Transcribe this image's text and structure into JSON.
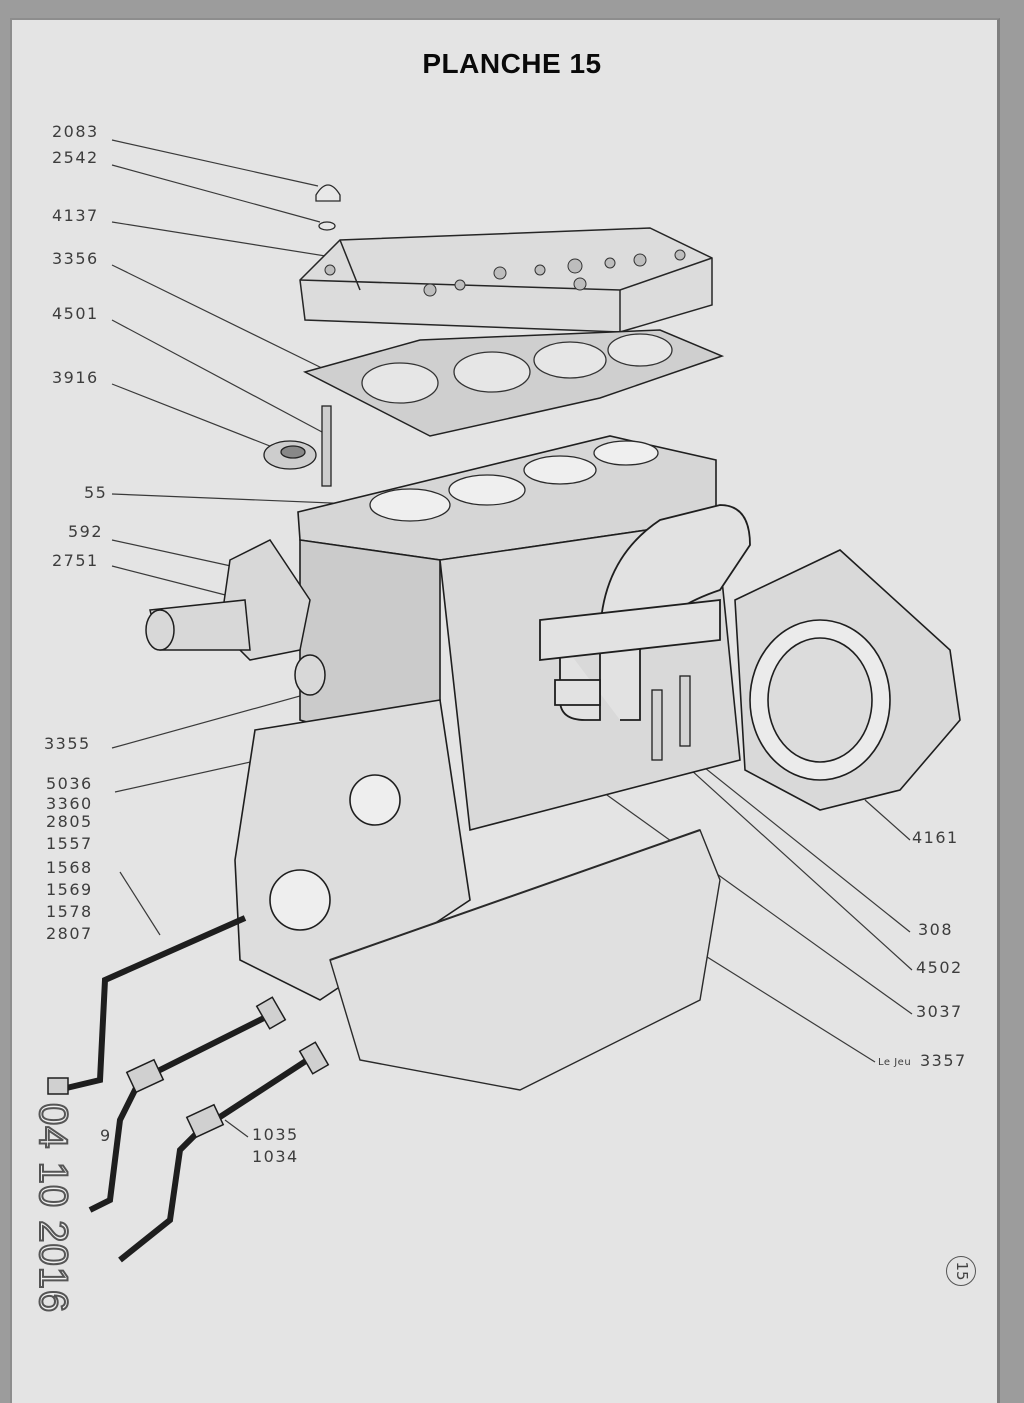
{
  "title": "PLANCHE 15",
  "page_number": "15",
  "photo_date_stamp": "04 10 2016",
  "callouts": {
    "c2083": "2083",
    "c2542": "2542",
    "c4137": "4137",
    "c3356": "3356",
    "c4501": "4501",
    "c3916": "3916",
    "c55": "55",
    "c592": "592",
    "c2751": "2751",
    "c3355": "3355",
    "c5036": "5036",
    "c3360": "3360",
    "c2805": "2805",
    "c1557": "1557",
    "c1568": "1568",
    "c1569": "1569",
    "c1578": "1578",
    "c2807": "2807",
    "c4161": "4161",
    "c308": "308",
    "c4502": "4502",
    "c3037": "3037",
    "lejeu": "Le Jeu",
    "c3357": "3357",
    "c1035": "1035",
    "c1034": "1034",
    "partial_left": "9"
  }
}
